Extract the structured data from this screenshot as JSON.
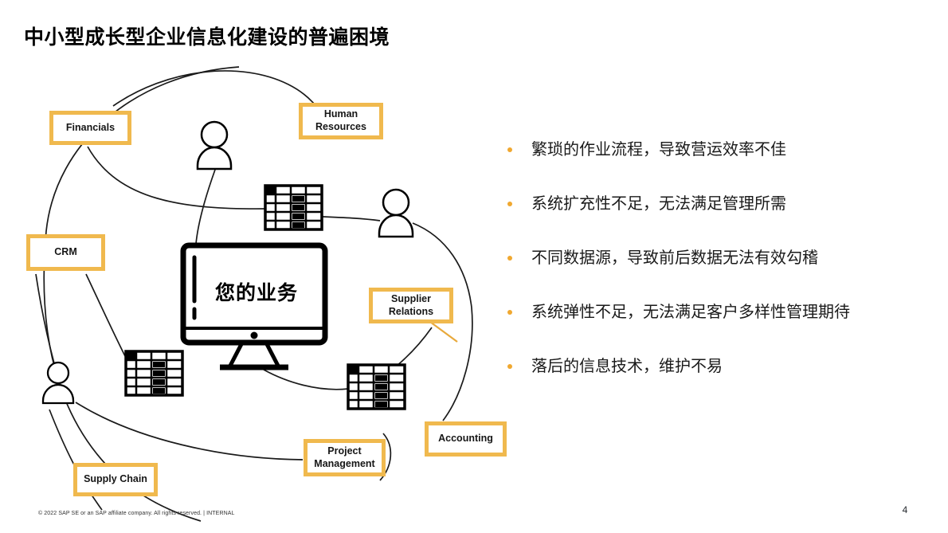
{
  "slide": {
    "title": "中小型成长型企业信息化建设的普遍困境",
    "footer": "© 2022 SAP SE or an SAP affiliate company. All rights reserved.  |  INTERNAL",
    "page_number": "4"
  },
  "diagram": {
    "center_label": "您的业务",
    "nodes": [
      {
        "id": "financials",
        "label": "Financials"
      },
      {
        "id": "human-resources",
        "label": "Human Resources"
      },
      {
        "id": "crm",
        "label": "CRM"
      },
      {
        "id": "supplier-relations",
        "label": "Supplier Relations"
      },
      {
        "id": "accounting",
        "label": "Accounting"
      },
      {
        "id": "project-management",
        "label": "Project Management"
      },
      {
        "id": "supply-chain",
        "label": "Supply Chain"
      }
    ],
    "icons": [
      {
        "name": "monitor-icon",
        "meaning": "central business system"
      },
      {
        "name": "person-icon",
        "count": 3
      },
      {
        "name": "spreadsheet-icon",
        "count": 3
      }
    ]
  },
  "bullets": {
    "items": [
      "繁琐的作业流程，导致营运效率不佳",
      "系统扩充性不足，无法满足管理所需",
      "不同数据源，导致前后数据无法有效勾稽",
      "系统弹性不足，无法满足客户多样性管理期待",
      "落后的信息技术，维护不易"
    ]
  },
  "colors": {
    "box_border": "#F0B94E",
    "bullet_dot": "#F0A830",
    "connector_line": "#1a1a1a",
    "amber_connector": "#E8A93C",
    "background": "#FFFFFF",
    "text": "#111111"
  }
}
